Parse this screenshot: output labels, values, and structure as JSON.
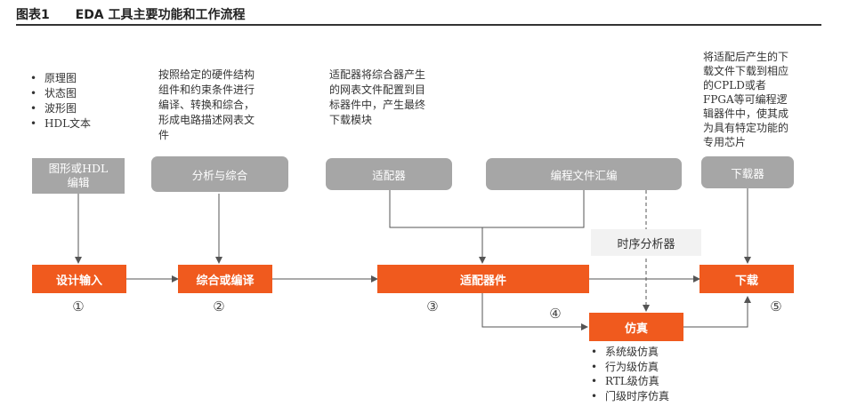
{
  "header": {
    "figure_no": "图表1",
    "title": "EDA 工具主要功能和工作流程"
  },
  "notes": {
    "input_types": [
      "原理图",
      "状态图",
      "波形图",
      "HDL文本"
    ],
    "synthesis_desc": [
      "按照给定的硬件结构",
      "组件和约束条件进行",
      "编译、转换和综合，",
      "形成电路描述网表文",
      "件"
    ],
    "adapter_desc": [
      "适配器将综合器产生",
      "的网表文件配置到目",
      "标器件中，产生最终",
      "下载模块"
    ],
    "download_desc": [
      "将适配后产生的下",
      "载文件下载到相应",
      "的CPLD或者",
      "FPGA等可编程逻",
      "辑器件中，使其成",
      "为具有特定功能的",
      "专用芯片"
    ],
    "sim_types": [
      "系统级仿真",
      "行为级仿真",
      "RTL级仿真",
      "门级时序仿真"
    ]
  },
  "tools": {
    "graphic_edit": [
      "图形或HDL",
      "编辑"
    ],
    "analysis": "分析与综合",
    "adapter": "适配器",
    "compile": "编程文件汇编",
    "downloader": "下载器",
    "timing": "时序分析器"
  },
  "steps": {
    "design_input": "设计输入",
    "synthesis": "综合或编译",
    "fitting": "适配器件",
    "download": "下载",
    "simulation": "仿真"
  },
  "markers": [
    "①",
    "②",
    "③",
    "④",
    "⑤"
  ],
  "colors": {
    "orange": "#f05a1e",
    "gray": "#a6a6a6",
    "light": "#f2f2f2"
  }
}
